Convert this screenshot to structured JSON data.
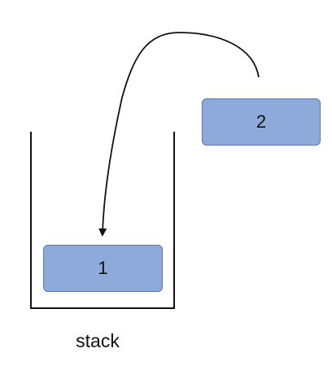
{
  "stack": {
    "label": "stack",
    "items": [
      {
        "label": "1"
      }
    ]
  },
  "incoming": {
    "label": "2"
  },
  "colors": {
    "block_fill": "#8eaadb",
    "block_border": "#5b78a8",
    "line": "#111111",
    "background": "#ffffff"
  }
}
